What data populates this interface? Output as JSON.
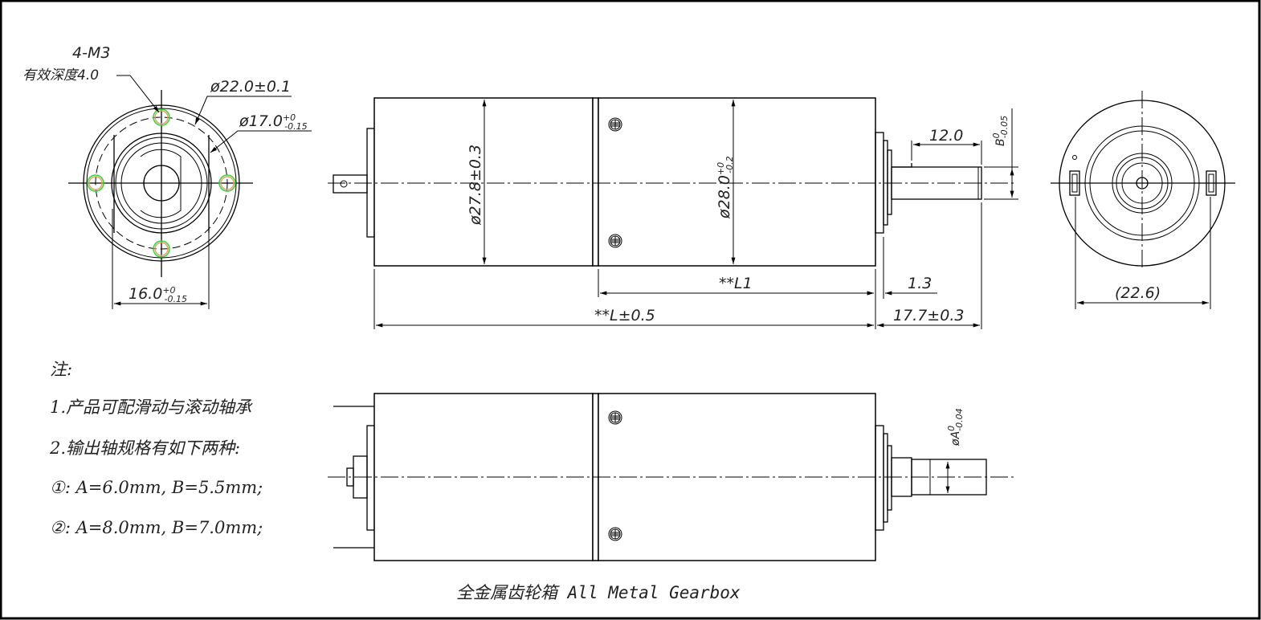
{
  "title": "全金属齿轮箱 All Metal Gearbox",
  "front_view": {
    "thread_label": "4-M3",
    "depth_label": "有效深度4.0",
    "dia_outer": "ø22.0±0.1",
    "dia_inner": "ø17.0",
    "dia_inner_tol_upper": "+0",
    "dia_inner_tol_lower": "-0.15",
    "flat_width": "16.0",
    "flat_tol_upper": "+0",
    "flat_tol_lower": "-0.15"
  },
  "side_view": {
    "motor_dia": "ø27.8±0.3",
    "gearbox_dia": "ø28.0",
    "gearbox_tol_upper": "+0",
    "gearbox_tol_lower": "-0.2",
    "length_l1": "**L1",
    "length_total": "**L±0.5",
    "flange_thickness": "1.3",
    "shaft_length": "17.7±0.3",
    "flat_length": "12.0",
    "flat_dim": "B",
    "flat_dim_tol_upper": "0",
    "flat_dim_tol_lower": "-0.05",
    "shaft_dim": "øA",
    "shaft_dim_tol_upper": "0",
    "shaft_dim_tol_lower": "-0.04"
  },
  "rear_view": {
    "terminal_span": "(22.6)"
  },
  "notes": {
    "heading": "注:",
    "items": [
      "1.产品可配滑动与滚动轴承",
      "2.输出轴规格有如下两种:",
      "①: A=6.0mm, B=5.5mm;",
      "②: A=8.0mm, B=7.0mm;"
    ]
  },
  "colors": {
    "hole_inner": "#e0a070",
    "hole_outer": "#3bd13b"
  }
}
